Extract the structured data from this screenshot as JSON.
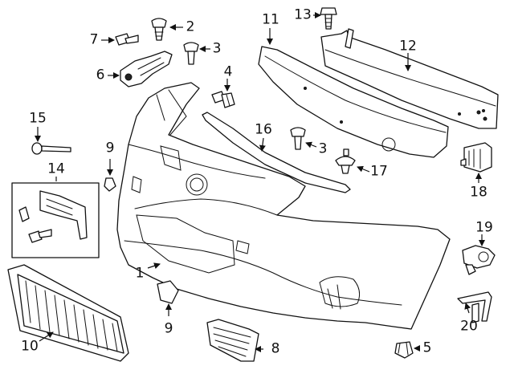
{
  "callouts": {
    "c1": "1",
    "c2": "2",
    "c3a": "3",
    "c3b": "3",
    "c4": "4",
    "c5": "5",
    "c6": "6",
    "c7": "7",
    "c8": "8",
    "c9a": "9",
    "c9b": "9",
    "c10": "10",
    "c11": "11",
    "c12": "12",
    "c13": "13",
    "c14": "14",
    "c15": "15",
    "c16": "16",
    "c17": "17",
    "c18": "18",
    "c19": "19",
    "c20": "20"
  }
}
